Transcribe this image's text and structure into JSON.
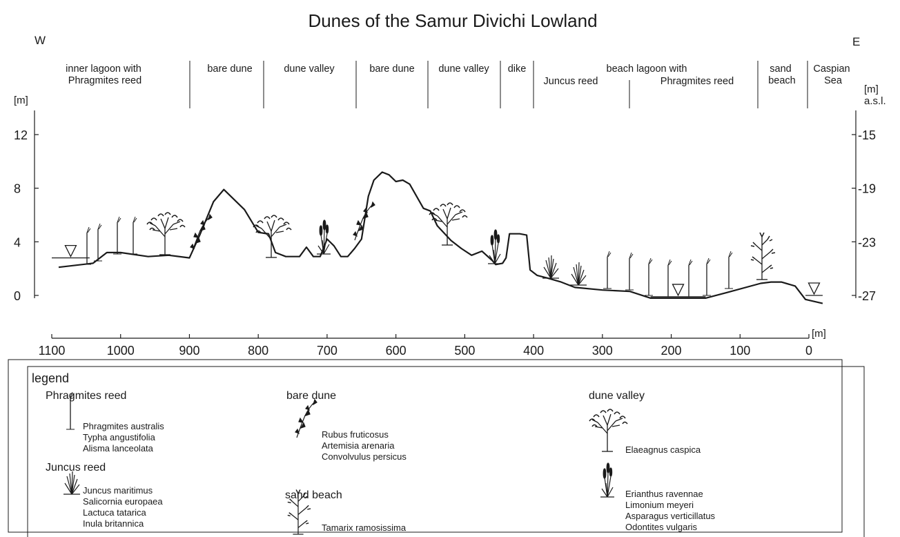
{
  "title": "Dunes of the Samur Divichi Lowland",
  "direction_left": "W",
  "direction_right": "E",
  "zones": [
    {
      "lines": [
        "inner lagoon with",
        "Phragmites reed"
      ]
    },
    {
      "lines": [
        "bare dune"
      ]
    },
    {
      "lines": [
        "dune valley"
      ]
    },
    {
      "lines": [
        "bare dune"
      ]
    },
    {
      "lines": [
        "dune valley"
      ]
    },
    {
      "lines": [
        "dike"
      ]
    },
    {
      "lines": [
        "beach lagoon with"
      ]
    },
    {
      "lines": [
        "Juncus reed"
      ]
    },
    {
      "lines": [
        "Phragmites reed"
      ]
    },
    {
      "lines": [
        "sand",
        "beach"
      ]
    },
    {
      "lines": [
        "Caspian",
        "Sea"
      ]
    }
  ],
  "y_left_unit": "[m]",
  "y_right_unit": "[m]",
  "y_right_unit_sub": "a.s.l.",
  "x_unit": "[m]",
  "chart_data": {
    "type": "line",
    "title": "Dunes of the Samur Divichi Lowland",
    "xlabel": "[m]",
    "ylabel": "[m]",
    "y2label": "[m] a.s.l.",
    "xlim": [
      1100,
      0
    ],
    "ylim": [
      0,
      12
    ],
    "x_ticks": [
      1100,
      1000,
      900,
      800,
      700,
      600,
      500,
      400,
      300,
      200,
      100,
      0
    ],
    "y_ticks": [
      0,
      4,
      8,
      12
    ],
    "y2_ticks": [
      -27,
      -23,
      -19,
      -15
    ],
    "y2_tick_labels": [
      "-27",
      "-23",
      "-19",
      "-15"
    ],
    "series": [
      {
        "x": [
          1090,
          1040,
          1020,
          1000,
          960,
          930,
          900,
          885,
          865,
          850,
          820,
          800,
          785,
          775,
          760,
          740,
          730,
          720,
          710,
          700,
          690,
          680,
          670,
          660,
          650,
          640,
          632,
          620,
          610,
          600,
          590,
          580,
          560,
          550,
          540,
          520,
          505,
          490,
          475,
          460,
          455,
          445,
          440,
          435,
          420,
          410,
          405,
          395,
          380,
          360,
          340,
          300,
          260,
          230,
          200,
          150,
          120,
          70,
          55,
          40,
          20,
          5,
          -20
        ],
        "y": [
          2.1,
          2.4,
          3.2,
          3.2,
          2.9,
          3.0,
          2.8,
          4.5,
          7.0,
          7.9,
          6.4,
          4.7,
          4.6,
          3.2,
          2.9,
          2.9,
          3.6,
          2.9,
          2.9,
          4.2,
          3.7,
          2.9,
          2.9,
          3.5,
          4.2,
          7.4,
          8.6,
          9.2,
          9.0,
          8.5,
          8.6,
          8.3,
          6.5,
          6.3,
          5.2,
          4.1,
          3.5,
          3.0,
          3.3,
          2.6,
          2.3,
          2.4,
          2.8,
          4.6,
          4.6,
          4.5,
          1.9,
          1.5,
          1.3,
          1.0,
          0.6,
          0.4,
          0.3,
          -0.2,
          -0.2,
          -0.2,
          0.2,
          0.9,
          1.0,
          1.0,
          0.7,
          -0.3,
          -0.6
        ]
      }
    ],
    "water_levels": [
      {
        "x1": 1100,
        "x2": 1045,
        "y": 2.8
      },
      {
        "x1": 230,
        "x2": 150,
        "y": -0.1
      },
      {
        "x1": 5,
        "x2": -20,
        "y": 0.0
      }
    ],
    "grid": false
  },
  "legend": {
    "title": "legend",
    "groups": [
      {
        "heading": "Phragmites reed",
        "icon": "phragmites-icon",
        "species": [
          "Phragmites australis",
          "Typha angustifolia",
          "Alisma lanceolata"
        ]
      },
      {
        "heading": "Juncus reed",
        "icon": "juncus-icon",
        "species": [
          "Juncus maritimus",
          "Salicornia europaea",
          "Lactuca tatarica",
          "Inula britannica"
        ]
      },
      {
        "heading": "bare dune",
        "icon": "rubus-icon",
        "species": [
          "Rubus fruticosus",
          "Artemisia arenaria",
          "Convolvulus persicus"
        ]
      },
      {
        "heading": "sand beach",
        "icon": "tamarix-icon",
        "species": [
          "Tamarix ramosissima"
        ]
      },
      {
        "heading": "dune valley",
        "icon": "elaeagnus-icon",
        "species": [
          "Elaeagnus caspica"
        ]
      },
      {
        "heading": "",
        "icon": "erianthus-icon",
        "species": [
          "Erianthus ravennae",
          "Limonium meyeri",
          "Asparagus verticillatus",
          "Odontites vulgaris"
        ]
      }
    ]
  }
}
